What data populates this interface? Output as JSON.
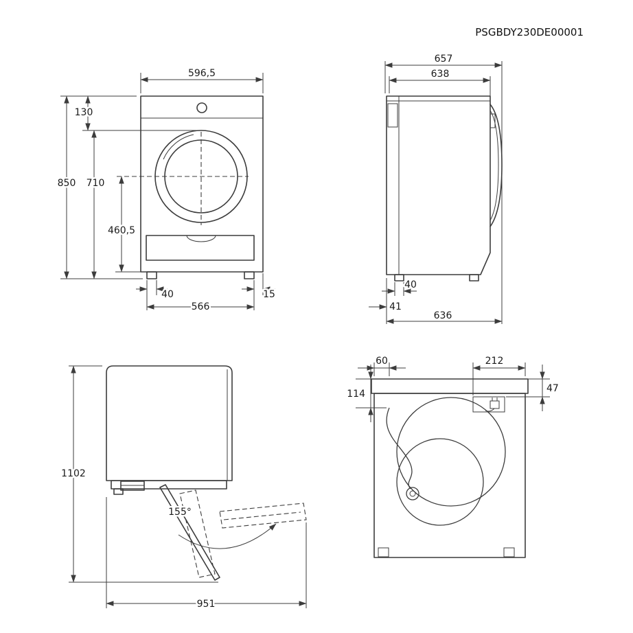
{
  "header": {
    "product_code": "PSGBDY230DE00001"
  },
  "front_view": {
    "dims": {
      "width_top": "596,5",
      "top_offset": "130",
      "height": "850",
      "mid_height": "710",
      "door_center": "460,5",
      "foot_width": "40",
      "feet_distance": "566",
      "side_offset": "15"
    }
  },
  "side_view": {
    "dims": {
      "depth_total": "657",
      "depth_body": "638",
      "foot_width": "40",
      "rear_offset": "41",
      "depth_floor": "636"
    }
  },
  "door_open_view": {
    "dims": {
      "total_height": "1102",
      "door_angle": "155°",
      "total_depth": "951"
    }
  },
  "top_view": {
    "dims": {
      "cable_x": "60",
      "plug_x": "212",
      "cable_y": "114",
      "plug_y": "47"
    }
  }
}
